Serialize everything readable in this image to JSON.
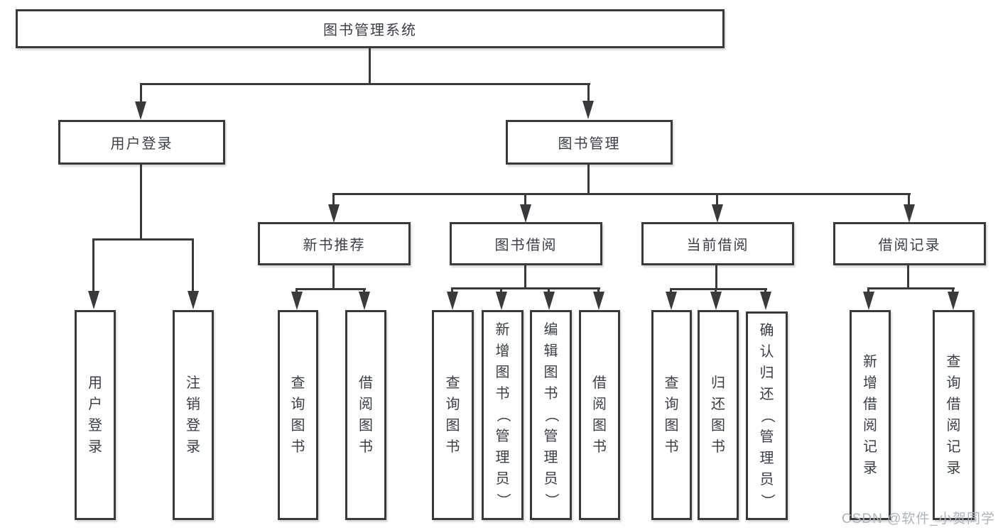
{
  "tree": {
    "root": {
      "label": "图书管理系统"
    },
    "children": [
      {
        "label": "用户登录",
        "children": [
          {
            "label": "用户登录"
          },
          {
            "label": "注销登录"
          }
        ]
      },
      {
        "label": "图书管理",
        "children": [
          {
            "label": "新书推荐",
            "children": [
              {
                "label": "查询图书"
              },
              {
                "label": "借阅图书"
              }
            ]
          },
          {
            "label": "图书借阅",
            "children": [
              {
                "label": "查询图书"
              },
              {
                "label": "新增图书（管理员）"
              },
              {
                "label": "编辑图书（管理员）"
              },
              {
                "label": "借阅图书"
              }
            ]
          },
          {
            "label": "当前借阅",
            "children": [
              {
                "label": "查询图书"
              },
              {
                "label": "归还图书"
              },
              {
                "label": "确认归还（管理员）"
              }
            ]
          },
          {
            "label": "借阅记录",
            "children": [
              {
                "label": "新增借阅记录"
              },
              {
                "label": "查询借阅记录"
              }
            ]
          }
        ]
      }
    ]
  },
  "watermark": {
    "text": "CSDN @软件_小贺同学"
  },
  "colors": {
    "line": "#3a3a3c",
    "text": "#3b3e45",
    "watermark": "#aeb3ba",
    "background": "#ffffff"
  }
}
